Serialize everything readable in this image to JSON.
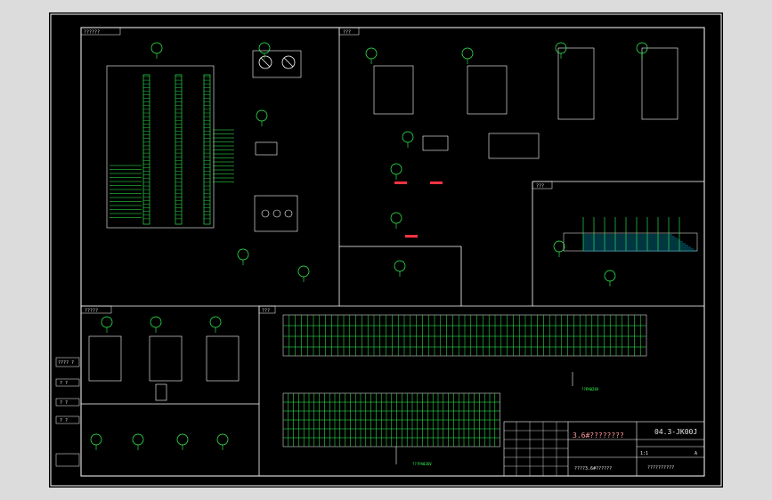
{
  "sheet": {
    "section_titles": {
      "top_left": "??????",
      "top_right": "???",
      "mid_right": "???",
      "bottom_left": "?????",
      "bottom_mid": "???"
    },
    "side_labels": [
      "???? ?",
      "? ?",
      "? ?",
      "? ?"
    ],
    "bus_labels": [
      "??PA026V",
      "???PA026V"
    ],
    "title_block": {
      "drawing_no": "04.3-JK00J",
      "title": "3.6#????????",
      "subtitle": "????3.6#??????",
      "company": "??????????",
      "scale": "1:1",
      "page": "A"
    }
  },
  "colors": {
    "background": "#000000",
    "frame": "#ffffff",
    "component": "#33ff55",
    "wire": "#00d8ff",
    "accent": "#ff3344"
  }
}
